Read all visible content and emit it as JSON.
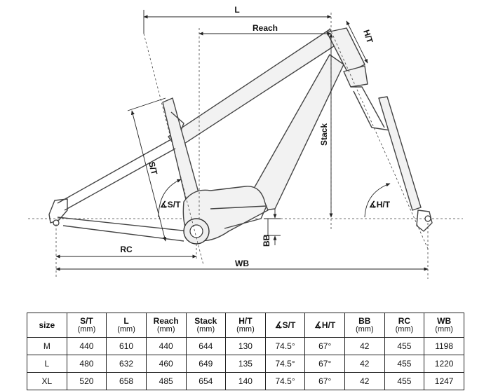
{
  "diagram": {
    "labels": {
      "L": "L",
      "reach": "Reach",
      "ht": "H/T",
      "stack": "Stack",
      "st": "S/T",
      "st_angle": "∡S/T",
      "ht_angle": "∡H/T",
      "bb": "BB",
      "rc": "RC",
      "wb": "WB"
    }
  },
  "table": {
    "columns": [
      {
        "label": "size",
        "unit": ""
      },
      {
        "label": "S/T",
        "unit": "(mm)"
      },
      {
        "label": "L",
        "unit": "(mm)"
      },
      {
        "label": "Reach",
        "unit": "(mm)"
      },
      {
        "label": "Stack",
        "unit": "(mm)"
      },
      {
        "label": "H/T",
        "unit": "(mm)"
      },
      {
        "label": "∡S/T",
        "unit": ""
      },
      {
        "label": "∡H/T",
        "unit": ""
      },
      {
        "label": "BB",
        "unit": "(mm)"
      },
      {
        "label": "RC",
        "unit": "(mm)"
      },
      {
        "label": "WB",
        "unit": "(mm)"
      }
    ],
    "rows": [
      [
        "M",
        "440",
        "610",
        "440",
        "644",
        "130",
        "74.5°",
        "67°",
        "42",
        "455",
        "1198"
      ],
      [
        "L",
        "480",
        "632",
        "460",
        "649",
        "135",
        "74.5°",
        "67°",
        "42",
        "455",
        "1220"
      ],
      [
        "XL",
        "520",
        "658",
        "485",
        "654",
        "140",
        "74.5°",
        "67°",
        "42",
        "455",
        "1247"
      ]
    ]
  }
}
